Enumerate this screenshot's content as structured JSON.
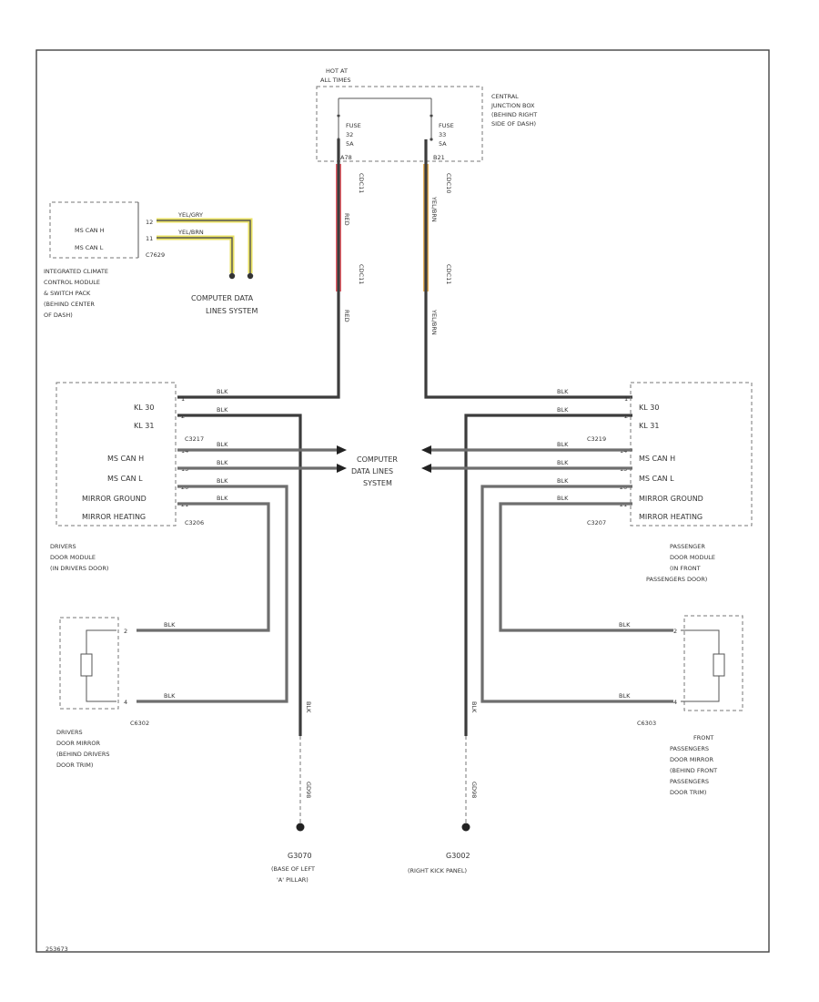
{
  "frame": {
    "id_code": "253673"
  },
  "fuse_box": {
    "hot_at": [
      "HOT AT",
      "ALL TIMES"
    ],
    "name": [
      "CENTRAL",
      "JUNCTION BOX",
      "(BEHIND RIGHT",
      "SIDE OF DASH)"
    ],
    "fuse_left": [
      "FUSE",
      "32",
      "5A"
    ],
    "fuse_right": [
      "FUSE",
      "33",
      "5A"
    ],
    "term_left": "A78",
    "term_right": "B21"
  },
  "feed_wires": {
    "left_color": "RED",
    "left_circuit": "CDC11",
    "left_top_circuit": "CDC11",
    "right_color": "YEL/BRN",
    "right_circuit": "CDC11",
    "right_top_circuit": "CDC10",
    "highlight_red": "#e8606a",
    "highlight_yellow": "#e8b25a"
  },
  "climate_module": {
    "pins": [
      "MS CAN H",
      "MS CAN L"
    ],
    "pin_nums": [
      "12",
      "11"
    ],
    "wire_colors": [
      "YEL/GRY",
      "YEL/BRN"
    ],
    "connector": "C7629",
    "name": [
      "INTEGRATED CLIMATE",
      "CONTROL MODULE",
      "& SWITCH PACK",
      "(BEHIND CENTER",
      "OF DASH)"
    ],
    "data_link": [
      "COMPUTER DATA",
      "LINES SYSTEM"
    ],
    "yellow": "#e8e060"
  },
  "data_lines_center": [
    "COMPUTER",
    "DATA LINES",
    "SYSTEM"
  ],
  "driver_module": {
    "pins": [
      "KL 30",
      "KL 31",
      "MS CAN H",
      "MS CAN L",
      "MIRROR GROUND",
      "MIRROR HEATING"
    ],
    "pin_nums": [
      "1",
      "2",
      "14",
      "15",
      "20",
      "21"
    ],
    "wire_colors": [
      "BLK",
      "BLK",
      "BLK",
      "BLK",
      "BLK",
      "BLK"
    ],
    "conn_top": "C3217",
    "conn_bottom": "C3206",
    "name": [
      "DRIVERS",
      "DOOR MODULE",
      "(IN DRIVERS DOOR)"
    ]
  },
  "passenger_module": {
    "pins": [
      "KL 30",
      "KL 31",
      "MS CAN H",
      "MS CAN L",
      "MIRROR GROUND",
      "MIRROR HEATING"
    ],
    "pin_nums": [
      "1",
      "2",
      "14",
      "15",
      "20",
      "21"
    ],
    "wire_colors": [
      "BLK",
      "BLK",
      "BLK",
      "BLK",
      "BLK",
      "BLK"
    ],
    "conn_top": "C3219",
    "conn_bottom": "C3207",
    "name": [
      "PASSENGER",
      "DOOR MODULE",
      "(IN FRONT",
      "PASSENGERS DOOR)"
    ]
  },
  "driver_mirror": {
    "pins": [
      "2",
      "4"
    ],
    "wire_colors": [
      "BLK",
      "BLK"
    ],
    "connector": "C6302",
    "name": [
      "DRIVERS",
      "DOOR MIRROR",
      "(BEHIND DRIVERS",
      "DOOR TRIM)"
    ]
  },
  "passenger_mirror": {
    "pins": [
      "2",
      "4"
    ],
    "wire_colors": [
      "BLK",
      "BLK"
    ],
    "connector": "C6303",
    "name": [
      "FRONT",
      "PASSENGERS",
      "DOOR MIRROR",
      "(BEHIND FRONT",
      "PASSENGERS",
      "DOOR TRIM)"
    ]
  },
  "grounds": {
    "left_wire": "BLK",
    "left_code": "GD98",
    "left_id": "G3070",
    "left_loc": [
      "(BASE OF LEFT",
      "'A' PILLAR)"
    ],
    "right_wire": "BLK",
    "right_code": "GD98",
    "right_id": "G3002",
    "right_loc": [
      "(RIGHT KICK PANEL)"
    ]
  }
}
